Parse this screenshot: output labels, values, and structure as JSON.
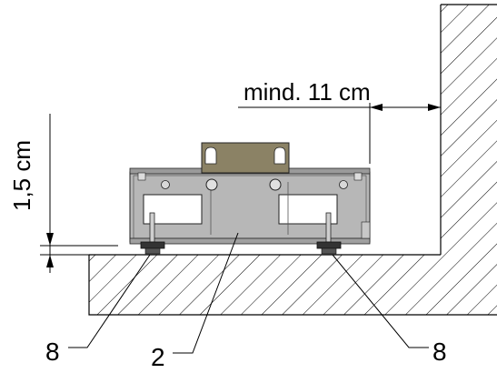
{
  "figure": {
    "dimensions": {
      "horizontal_clearance": "mind. 11 cm",
      "vertical_offset": "1,5 cm"
    },
    "callouts": {
      "left_foot": "8",
      "center_body": "2",
      "right_foot": "8"
    },
    "colors": {
      "hatch": "#000000",
      "device_body": "#b7b7b7",
      "bracket": "#8b8265",
      "line": "#000000"
    }
  }
}
